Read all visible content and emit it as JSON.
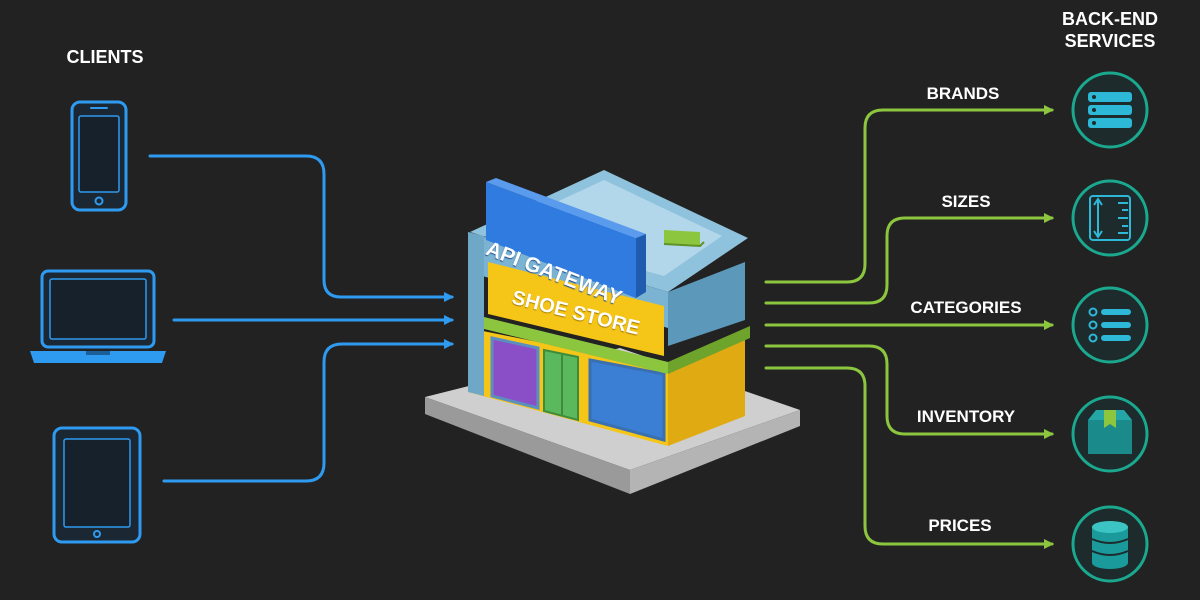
{
  "clients": {
    "title": "CLIENTS",
    "items": [
      {
        "name": "phone",
        "icon": "smartphone-icon"
      },
      {
        "name": "laptop",
        "icon": "laptop-icon"
      },
      {
        "name": "tablet",
        "icon": "tablet-icon"
      }
    ]
  },
  "gateway": {
    "sign": "API GATEWAY",
    "banner": "SHOE STORE"
  },
  "backend": {
    "title_line1": "BACK-END",
    "title_line2": "SERVICES",
    "services": [
      {
        "label": "BRANDS",
        "icon": "server-stack-icon"
      },
      {
        "label": "SIZES",
        "icon": "ruler-icon"
      },
      {
        "label": "CATEGORIES",
        "icon": "list-icon"
      },
      {
        "label": "INVENTORY",
        "icon": "box-icon"
      },
      {
        "label": "PRICES",
        "icon": "database-icon"
      }
    ]
  },
  "colors": {
    "background": "#222222",
    "client_blue": "#2f9bf0",
    "service_green": "#8cc63f",
    "service_teal": "#1aa88f",
    "sign_blue": "#2f7be0",
    "store_yellow": "#f5c518",
    "store_body": "#79b4d4"
  }
}
